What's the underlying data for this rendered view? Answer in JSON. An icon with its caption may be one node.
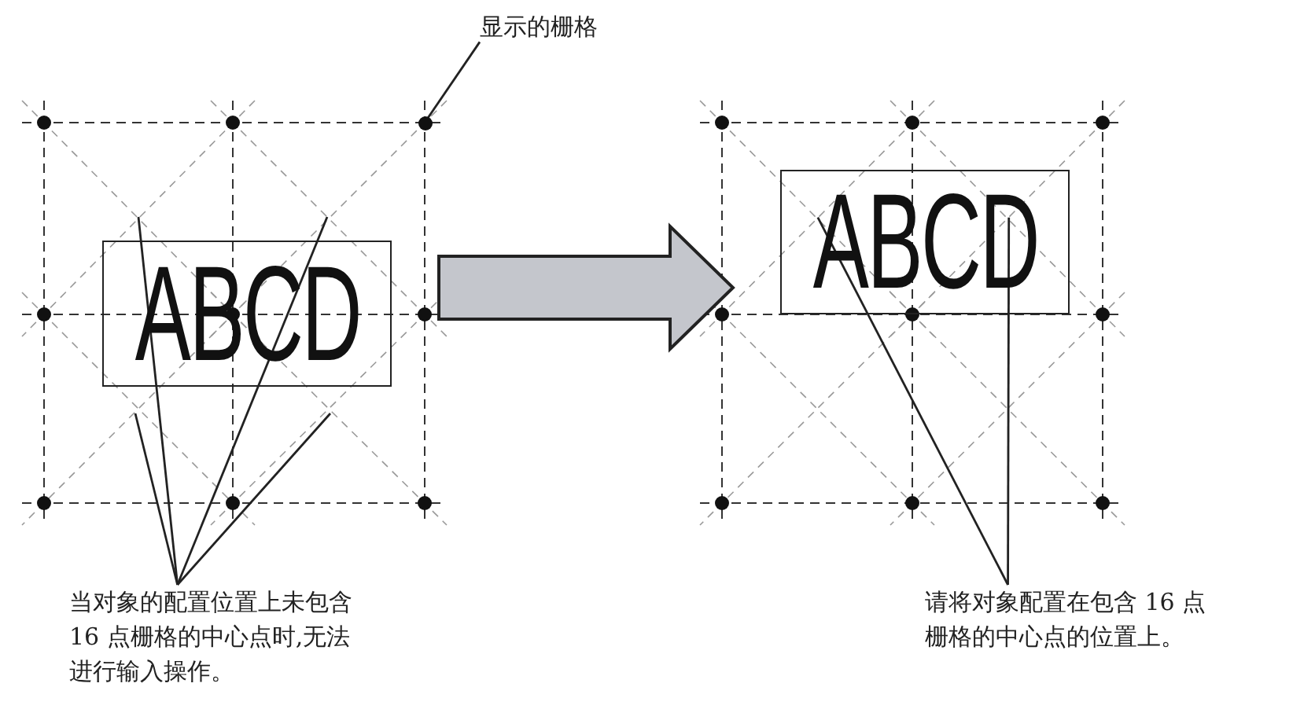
{
  "diagram": {
    "nodes": [
      {
        "text": [
          "显示的栅格"
        ]
      },
      {
        "text": [],
        "shape": "circle"
      },
      {
        "text": [
          "ABCD"
        ]
      },
      {
        "text": [
          "ABCD"
        ]
      },
      {
        "text": [
          "当对象的配置位置上未包含 16 点栅格的中心点时,无法进行输入操作。"
        ]
      },
      {
        "text": [
          "请将对象配置在包含 16 点栅格的中心点的位置上。"
        ]
      }
    ],
    "edges": [
      {
        "from": 0,
        "to": 1,
        "arrow": "none"
      },
      {
        "from": 4,
        "to": null,
        "arrow": "none"
      },
      {
        "from": 4,
        "to": null,
        "arrow": "none"
      },
      {
        "from": 4,
        "to": null,
        "arrow": "none"
      },
      {
        "from": 4,
        "to": null,
        "arrow": "none"
      },
      {
        "from": 2,
        "to": 3,
        "arrow": "to",
        "style": "thick"
      },
      {
        "from": 5,
        "to": 3,
        "arrow": "none"
      },
      {
        "from": 5,
        "to": 3,
        "arrow": "none"
      }
    ]
  }
}
